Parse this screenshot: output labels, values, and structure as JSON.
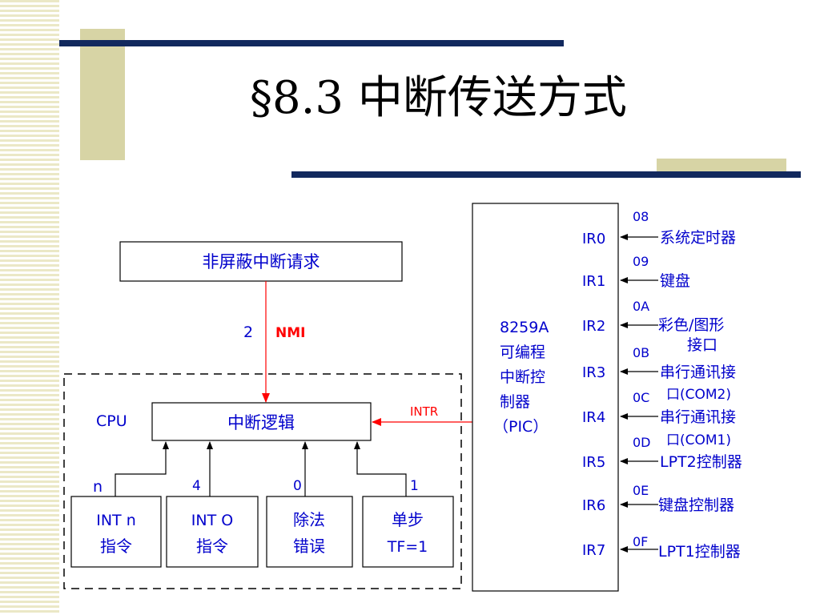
{
  "slide": {
    "title": "§8.3 中断传送方式"
  },
  "colors": {
    "accent_navy": "#12295e",
    "accent_khaki": "#d7d4a5",
    "stripe": "#ebe8c6",
    "label_blue": "#0000cc",
    "signal_red": "#ff0000"
  },
  "diagram": {
    "nmi_box": "非屏蔽中断请求",
    "nmi_number": "2",
    "nmi_label": "NMI",
    "cpu_label": "CPU",
    "logic_box": "中断逻辑",
    "intr_label": "INTR",
    "sources": [
      {
        "line1": "INT n",
        "line2": "指令",
        "type_label": "n"
      },
      {
        "line1": "INT O",
        "line2": "指令",
        "type_label": "4"
      },
      {
        "line1": "除法",
        "line2": "错误",
        "type_label": "0"
      },
      {
        "line1": "单步",
        "line2": "TF=1",
        "type_label": "1"
      }
    ],
    "pic_lines": [
      "8259A",
      "可编程",
      "中断控",
      "制器",
      "（PIC）"
    ],
    "irq": [
      {
        "ir": "IR0",
        "code": "08",
        "device": [
          "系统定时器"
        ]
      },
      {
        "ir": "IR1",
        "code": "09",
        "device": [
          "键盘"
        ]
      },
      {
        "ir": "IR2",
        "code": "0A",
        "device": [
          "彩色/图形",
          "接口"
        ]
      },
      {
        "ir": "IR3",
        "code": "0B",
        "device": [
          "串行通讯接",
          "口(COM2)"
        ]
      },
      {
        "ir": "IR4",
        "code": "0C",
        "device": [
          "串行通讯接",
          "口(COM1)"
        ]
      },
      {
        "ir": "IR5",
        "code": "0D",
        "device": [
          "LPT2控制器"
        ]
      },
      {
        "ir": "IR6",
        "code": "0E",
        "device": [
          "键盘控制器"
        ]
      },
      {
        "ir": "IR7",
        "code": "0F",
        "device": [
          "LPT1控制器"
        ]
      }
    ]
  }
}
